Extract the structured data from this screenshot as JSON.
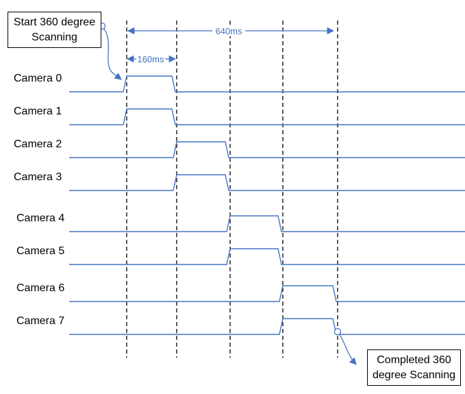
{
  "colors": {
    "signal": "#4472C4",
    "marker": "#000000",
    "text": "#000000"
  },
  "cameras": [
    {
      "label": "Camera 0",
      "slot": 0
    },
    {
      "label": "Camera 1",
      "slot": 0
    },
    {
      "label": "Camera 2",
      "slot": 1
    },
    {
      "label": "Camera 3",
      "slot": 1
    },
    {
      "label": "Camera 4",
      "slot": 2
    },
    {
      "label": "Camera 5",
      "slot": 2
    },
    {
      "label": "Camera 6",
      "slot": 3
    },
    {
      "label": "Camera 7",
      "slot": 3
    }
  ],
  "timing": {
    "slot_label": "160ms",
    "total_label": "640ms",
    "slot_ms": 160,
    "total_ms": 640
  },
  "callouts": {
    "start_line1": "Start 360 degree",
    "start_line2": "Scanning",
    "end_line1": "Completed 360",
    "end_line2": "degree Scanning"
  }
}
